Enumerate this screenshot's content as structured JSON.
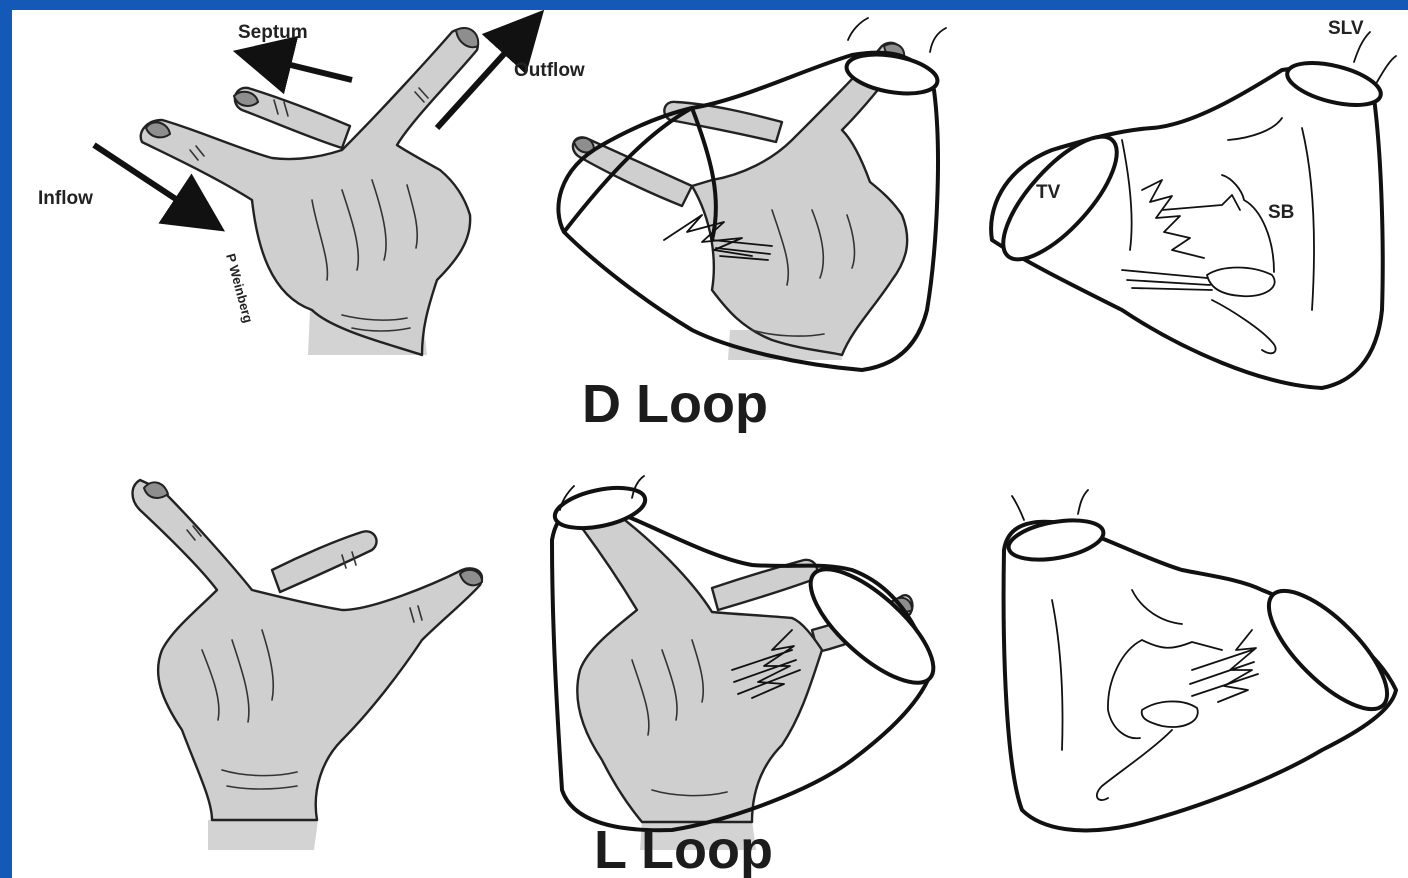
{
  "labels": {
    "septum": "Septum",
    "outflow": "Outflow",
    "inflow": "Inflow",
    "signature": "P Weinberg",
    "slv": "SLV",
    "tv": "TV",
    "sb": "SB"
  },
  "titles": {
    "d_loop": "D Loop",
    "l_loop": "L Loop"
  },
  "colors": {
    "frame_border": "#1458b8",
    "hand_fill": "#cfcfcf",
    "nail_fill": "#8e8e8e",
    "line": "#111111"
  }
}
